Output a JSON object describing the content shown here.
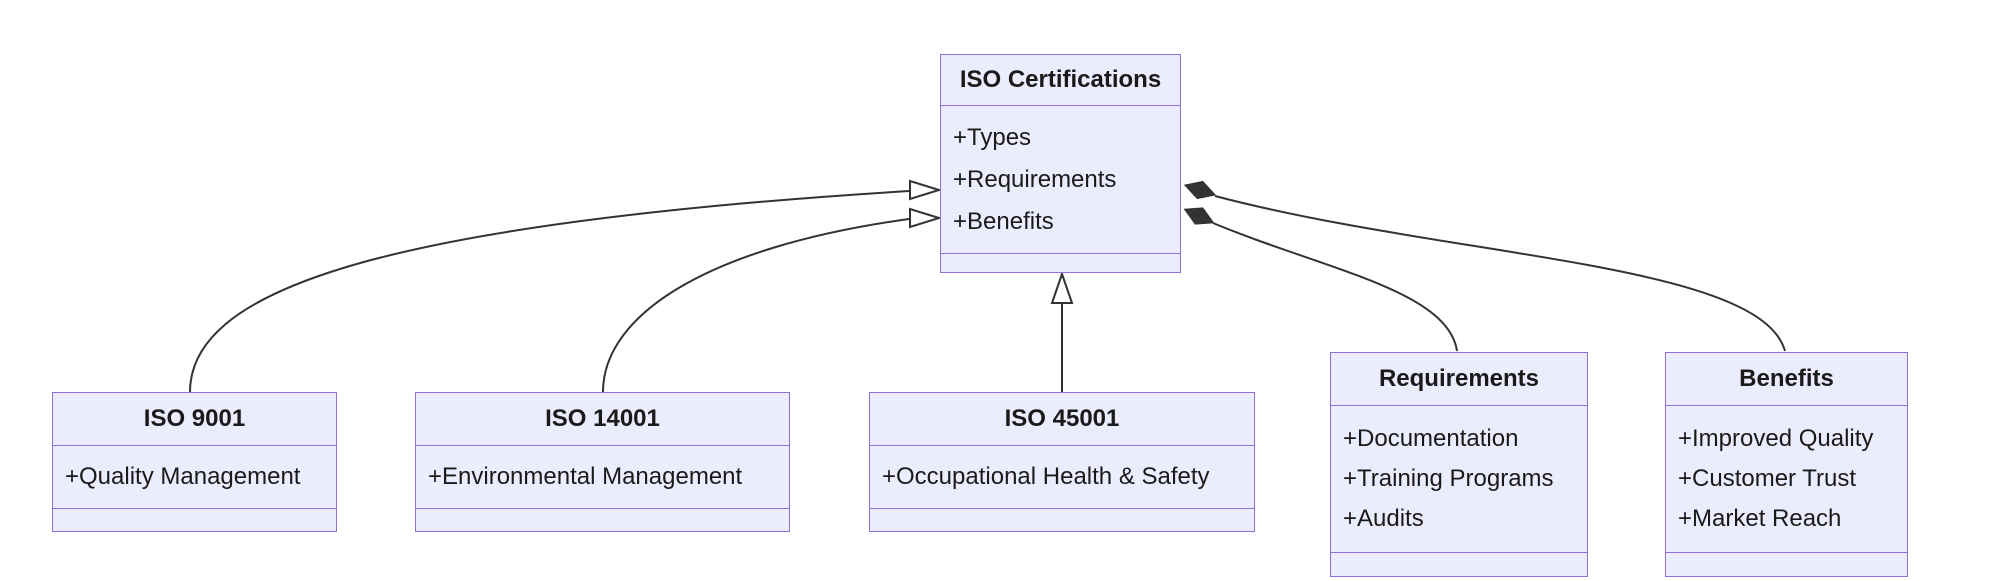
{
  "diagram": {
    "kind": "uml-class-diagram",
    "colors": {
      "background": "#ffffff",
      "node_fill": "#ECECFF",
      "node_border": "#9370DB",
      "edge": "#333333",
      "text": "#1a1a1a"
    },
    "classes": [
      {
        "id": "iso-certifications",
        "title": "ISO Certifications",
        "attributes": [
          "+Types",
          "+Requirements",
          "+Benefits"
        ]
      },
      {
        "id": "iso-9001",
        "title": "ISO 9001",
        "attributes": [
          "+Quality Management"
        ]
      },
      {
        "id": "iso-14001",
        "title": "ISO 14001",
        "attributes": [
          "+Environmental Management"
        ]
      },
      {
        "id": "iso-45001",
        "title": "ISO 45001",
        "attributes": [
          "+Occupational Health & Safety"
        ]
      },
      {
        "id": "requirements",
        "title": "Requirements",
        "attributes": [
          "+Documentation",
          "+Training Programs",
          "+Audits"
        ]
      },
      {
        "id": "benefits",
        "title": "Benefits",
        "attributes": [
          "+Improved Quality",
          "+Customer Trust",
          "+Market Reach"
        ]
      }
    ],
    "relationships": [
      {
        "from": "ISO 9001",
        "to": "ISO Certifications",
        "type": "inheritance",
        "marker": "hollow-triangle"
      },
      {
        "from": "ISO 14001",
        "to": "ISO Certifications",
        "type": "inheritance",
        "marker": "hollow-triangle"
      },
      {
        "from": "ISO 45001",
        "to": "ISO Certifications",
        "type": "inheritance",
        "marker": "hollow-triangle"
      },
      {
        "from": "ISO Certifications",
        "to": "Requirements",
        "type": "composition",
        "marker": "filled-diamond"
      },
      {
        "from": "ISO Certifications",
        "to": "Benefits",
        "type": "composition",
        "marker": "filled-diamond"
      }
    ]
  }
}
